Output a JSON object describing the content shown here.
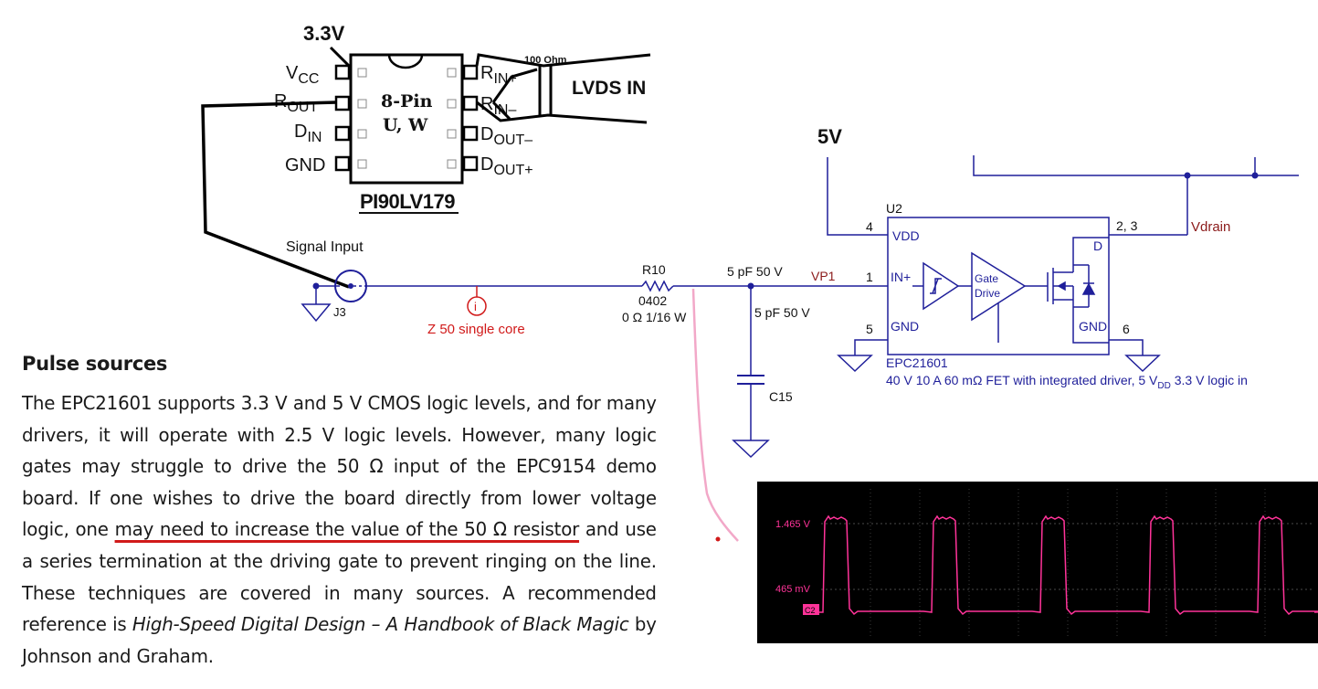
{
  "pinout": {
    "supply_label": "3.3V",
    "package_line1": "8-Pin",
    "package_line2": "U, W",
    "part_name": "PI90LV179",
    "resistor_label": "100 Ohm",
    "input_label": "LVDS IN",
    "pins_left": [
      {
        "main": "V",
        "sub": "CC"
      },
      {
        "main": "R",
        "sub": "OUT"
      },
      {
        "main": "D",
        "sub": "IN"
      },
      {
        "main": "GND",
        "sub": ""
      }
    ],
    "pins_right": [
      {
        "main": "R",
        "sub": "IN+"
      },
      {
        "main": "R",
        "sub": "IN–"
      },
      {
        "main": "D",
        "sub": "OUT–"
      },
      {
        "main": "D",
        "sub": "OUT+"
      }
    ]
  },
  "schematic": {
    "signal_input_label": "Signal Input",
    "connector_ref": "J3",
    "line_label": "Z 50 single core",
    "line_marker": "i",
    "resistor_ref": "R10",
    "resistor_pkg": "0402",
    "resistor_val": "0 Ω 1/16 W",
    "cap_top_label": "5 pF 50 V",
    "cap_side_label": "5 pF 50 V",
    "cap_ref": "C15",
    "net_vp1": "VP1",
    "supply_5v": "5V",
    "ic_ref": "U2",
    "ic_pins": {
      "vdd_num": "4",
      "vdd_name": "VDD",
      "in_num": "1",
      "in_name": "IN+",
      "gnd_l_num": "5",
      "gnd_l_name": "GND",
      "d_num": "2, 3",
      "d_name": "D",
      "gnd_r_num": "6",
      "gnd_r_name": "GND"
    },
    "gate_drive_line1": "Gate",
    "gate_drive_line2": "Drive",
    "vdrain_label": "Vdrain",
    "ic_part": "EPC21601",
    "ic_desc_a": "40 V 10 A 60 mΩ FET with integrated driver, 5 V",
    "ic_desc_sub": "DD",
    "ic_desc_b": " 3.3 V logic in"
  },
  "article": {
    "heading": "Pulse sources",
    "p_a": "The EPC21601 supports 3.3 V and 5 V CMOS logic levels, and for many drivers, it will operate with 2.5 V logic levels. However, many logic gates may struggle to drive the 50 Ω input of the EPC9154 demo board. If one wishes to drive the board directly from lower voltage logic, one ",
    "p_underlined": "may need to increase the value of the 50 Ω resistor",
    "p_b": " and use a series termination at the driving gate to prevent ringing on the line. These techniques are covered in many sources. A recommended reference is ",
    "p_italic": "High-Speed Digital Design – A Handbook of Black Magic",
    "p_c": " by Johnson and Graham."
  },
  "scope": {
    "high_label": "1.465 V",
    "low_label": "465 mV",
    "channel_tag": "C2",
    "trace_color": "#ff3399",
    "pulse_count": 5
  },
  "colors": {
    "schematic_blue": "#1f1f9a",
    "annotation_red": "#d11a1a",
    "net_darkred": "#8b1a1a",
    "highlight_pink": "#f2a8c8"
  }
}
